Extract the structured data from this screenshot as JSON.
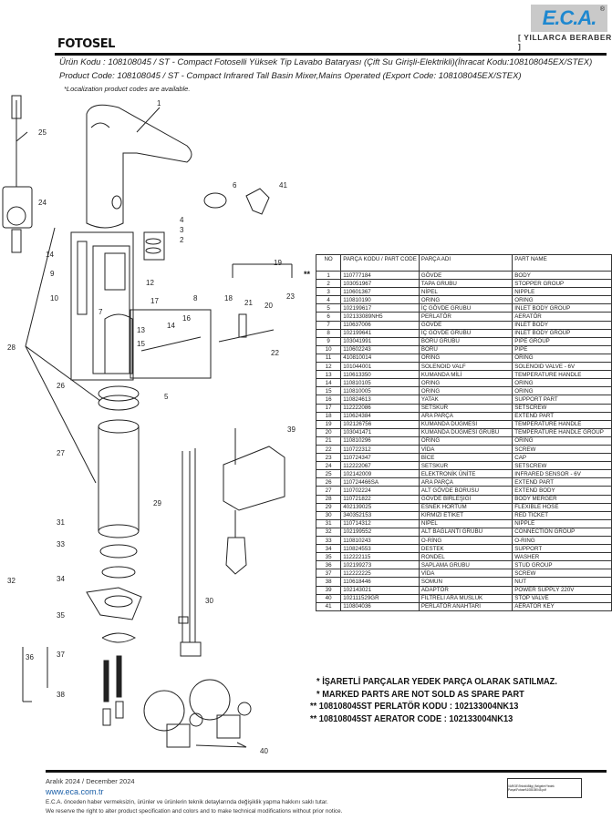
{
  "header": {
    "brand": "E.C.A.",
    "tagline": "[ YILLARCA BERABER ]",
    "title": "FOTOSEL",
    "product_line_tr": "Ürün Kodu : 108108045 / ST - Compact Fotoselli Yüksek Tip Lavabo Bataryası (Çift Su Girişli-Elektrikli)(İhracat Kodu:108108045EX/STEX)",
    "product_line_en": "Product Code: 108108045 / ST - Compact Infrared Tall Basin Mixer,Mains Operated (Export Code: 108108045EX/STEX)",
    "localization_note": "*Localization product codes are available."
  },
  "diagram": {
    "callouts": [
      "1",
      "2",
      "3",
      "4",
      "5",
      "6",
      "7",
      "8",
      "9",
      "10",
      "12",
      "13",
      "14",
      "15",
      "16",
      "17",
      "18",
      "19",
      "20",
      "21",
      "22",
      "23",
      "24",
      "25",
      "26",
      "27",
      "28",
      "29",
      "30",
      "31",
      "32",
      "33",
      "34",
      "35",
      "36",
      "37",
      "38",
      "39",
      "40",
      "41"
    ]
  },
  "table": {
    "marker": "**",
    "headers": [
      "NO",
      "PARÇA KODU / PART CODE",
      "PARÇA ADI",
      "PART NAME"
    ],
    "rows": [
      [
        "1",
        "110777184",
        "GÖVDE",
        "BODY"
      ],
      [
        "2",
        "103051967",
        "TAPA GRUBU",
        "STOPPER GROUP"
      ],
      [
        "3",
        "110601367",
        "NİPEL",
        "NIPPLE"
      ],
      [
        "4",
        "110810190",
        "ORING",
        "ORING"
      ],
      [
        "5",
        "102199617",
        "İÇ GÖVDE GRUBU",
        "INLET BODY GROUP"
      ],
      [
        "6",
        "102133089NH5",
        "PERLATÖR",
        "AERATÖR"
      ],
      [
        "7",
        "110637006",
        "GÖVDE",
        "INLET BODY"
      ],
      [
        "8",
        "102199641",
        "İÇ GÖVDE GRUBU",
        "INLET BODY GROUP"
      ],
      [
        "9",
        "103041991",
        "BORU GRUBU",
        "PIPE GROUP"
      ],
      [
        "10",
        "110602243",
        "BORU",
        "PIPE"
      ],
      [
        "11",
        "410810014",
        "ORING",
        "ORING"
      ],
      [
        "12",
        "101044001",
        "SOLENOID VALF",
        "SOLENOID VALVE - 6V"
      ],
      [
        "13",
        "110613350",
        "KUMANDA MİLİ",
        "TEMPERATURE HANDLE"
      ],
      [
        "14",
        "110810105",
        "ORING",
        "ORING"
      ],
      [
        "15",
        "110810005",
        "ORING",
        "ORING"
      ],
      [
        "16",
        "110824613",
        "YATAK",
        "SUPPORT PART"
      ],
      [
        "17",
        "112222086",
        "SETSKUR",
        "SETSCREW"
      ],
      [
        "18",
        "110624384",
        "ARA PARÇA",
        "EXTEND PART"
      ],
      [
        "19",
        "102126756",
        "KUMANDA DÜĞMESİ",
        "TEMPERATURE HANDLE"
      ],
      [
        "20",
        "103041471",
        "KUMANDA DÜĞMESİ GRUBU",
        "TEMPERATURE HANDLE GROUP"
      ],
      [
        "21",
        "110810296",
        "ORING",
        "ORING"
      ],
      [
        "22",
        "110722312",
        "VİDA",
        "SCREW"
      ],
      [
        "23",
        "110724347",
        "BİCE",
        "CAP"
      ],
      [
        "24",
        "112222067",
        "SETSKUR",
        "SETSCREW"
      ],
      [
        "25",
        "102142009",
        "ELEKTRONİK ÜNİTE",
        "INFRARED SENSOR - 6V"
      ],
      [
        "26",
        "110724466SA",
        "ARA PARÇA",
        "EXTEND PART"
      ],
      [
        "27",
        "110702224",
        "ALT GÖVDE BORUSU",
        "EXTEND BODY"
      ],
      [
        "28",
        "110721822",
        "GÖVDE BİRLEŞİĞİ",
        "BODY MERGER"
      ],
      [
        "29",
        "402139025",
        "ESNEK HORTUM",
        "FLEXIBLE HOSE"
      ],
      [
        "30",
        "340352153",
        "KIRMIZI ETİKET",
        "RED TICKET"
      ],
      [
        "31",
        "110714312",
        "NİPEL",
        "NIPPLE"
      ],
      [
        "32",
        "102199552",
        "ALT BAĞLANTI GRUBU",
        "CONNECTION GROUP"
      ],
      [
        "33",
        "110810243",
        "O-RİNG",
        "O-RING"
      ],
      [
        "34",
        "110824553",
        "DESTEK",
        "SUPPORT"
      ],
      [
        "35",
        "112222115",
        "RONDEL",
        "WASHER"
      ],
      [
        "36",
        "102199273",
        "SAPLAMA GRUBU",
        "STUD GROUP"
      ],
      [
        "37",
        "112222225",
        "VİDA",
        "SCREW"
      ],
      [
        "38",
        "110618446",
        "SOMUN",
        "NUT"
      ],
      [
        "39",
        "102143021",
        "ADAPTÖR",
        "POWER SUPPLY 220V"
      ],
      [
        "40",
        "102111529GR",
        "FİLTRELİ ARA MUSLUK",
        "STOP VALVE"
      ],
      [
        "41",
        "110804036",
        "PERLATÖR ANAHTARI",
        "AERATOR KEY"
      ]
    ]
  },
  "notes": [
    "* İŞARETLİ PARÇALAR YEDEK PARÇA OLARAK SATILMAZ.",
    "* MARKED PARTS ARE NOT SOLD AS SPARE PART",
    "** 108108045ST PERLATÖR KODU : 102133004NK13",
    "** 108108045ST AERATOR CODE : 102133004NK13"
  ],
  "footer": {
    "date": "Aralık 2024 / December 2024",
    "website": "www.eca.com.tr",
    "disclaimer_tr": "E.C.A. önceden haber vermeksizin, ürünler ve ürünlerin teknik detaylarında değişiklik yapma hakkını saklı tutar.",
    "disclaimer_en": "We reserve the right to alter product specification and colors and to make technical modifications without prior notice.",
    "stamp": "\\\\ARGE\\Teknik\\Bilgi_Belgeler\\Yedek Parça\\Fotosel\\108108045.pdf"
  }
}
